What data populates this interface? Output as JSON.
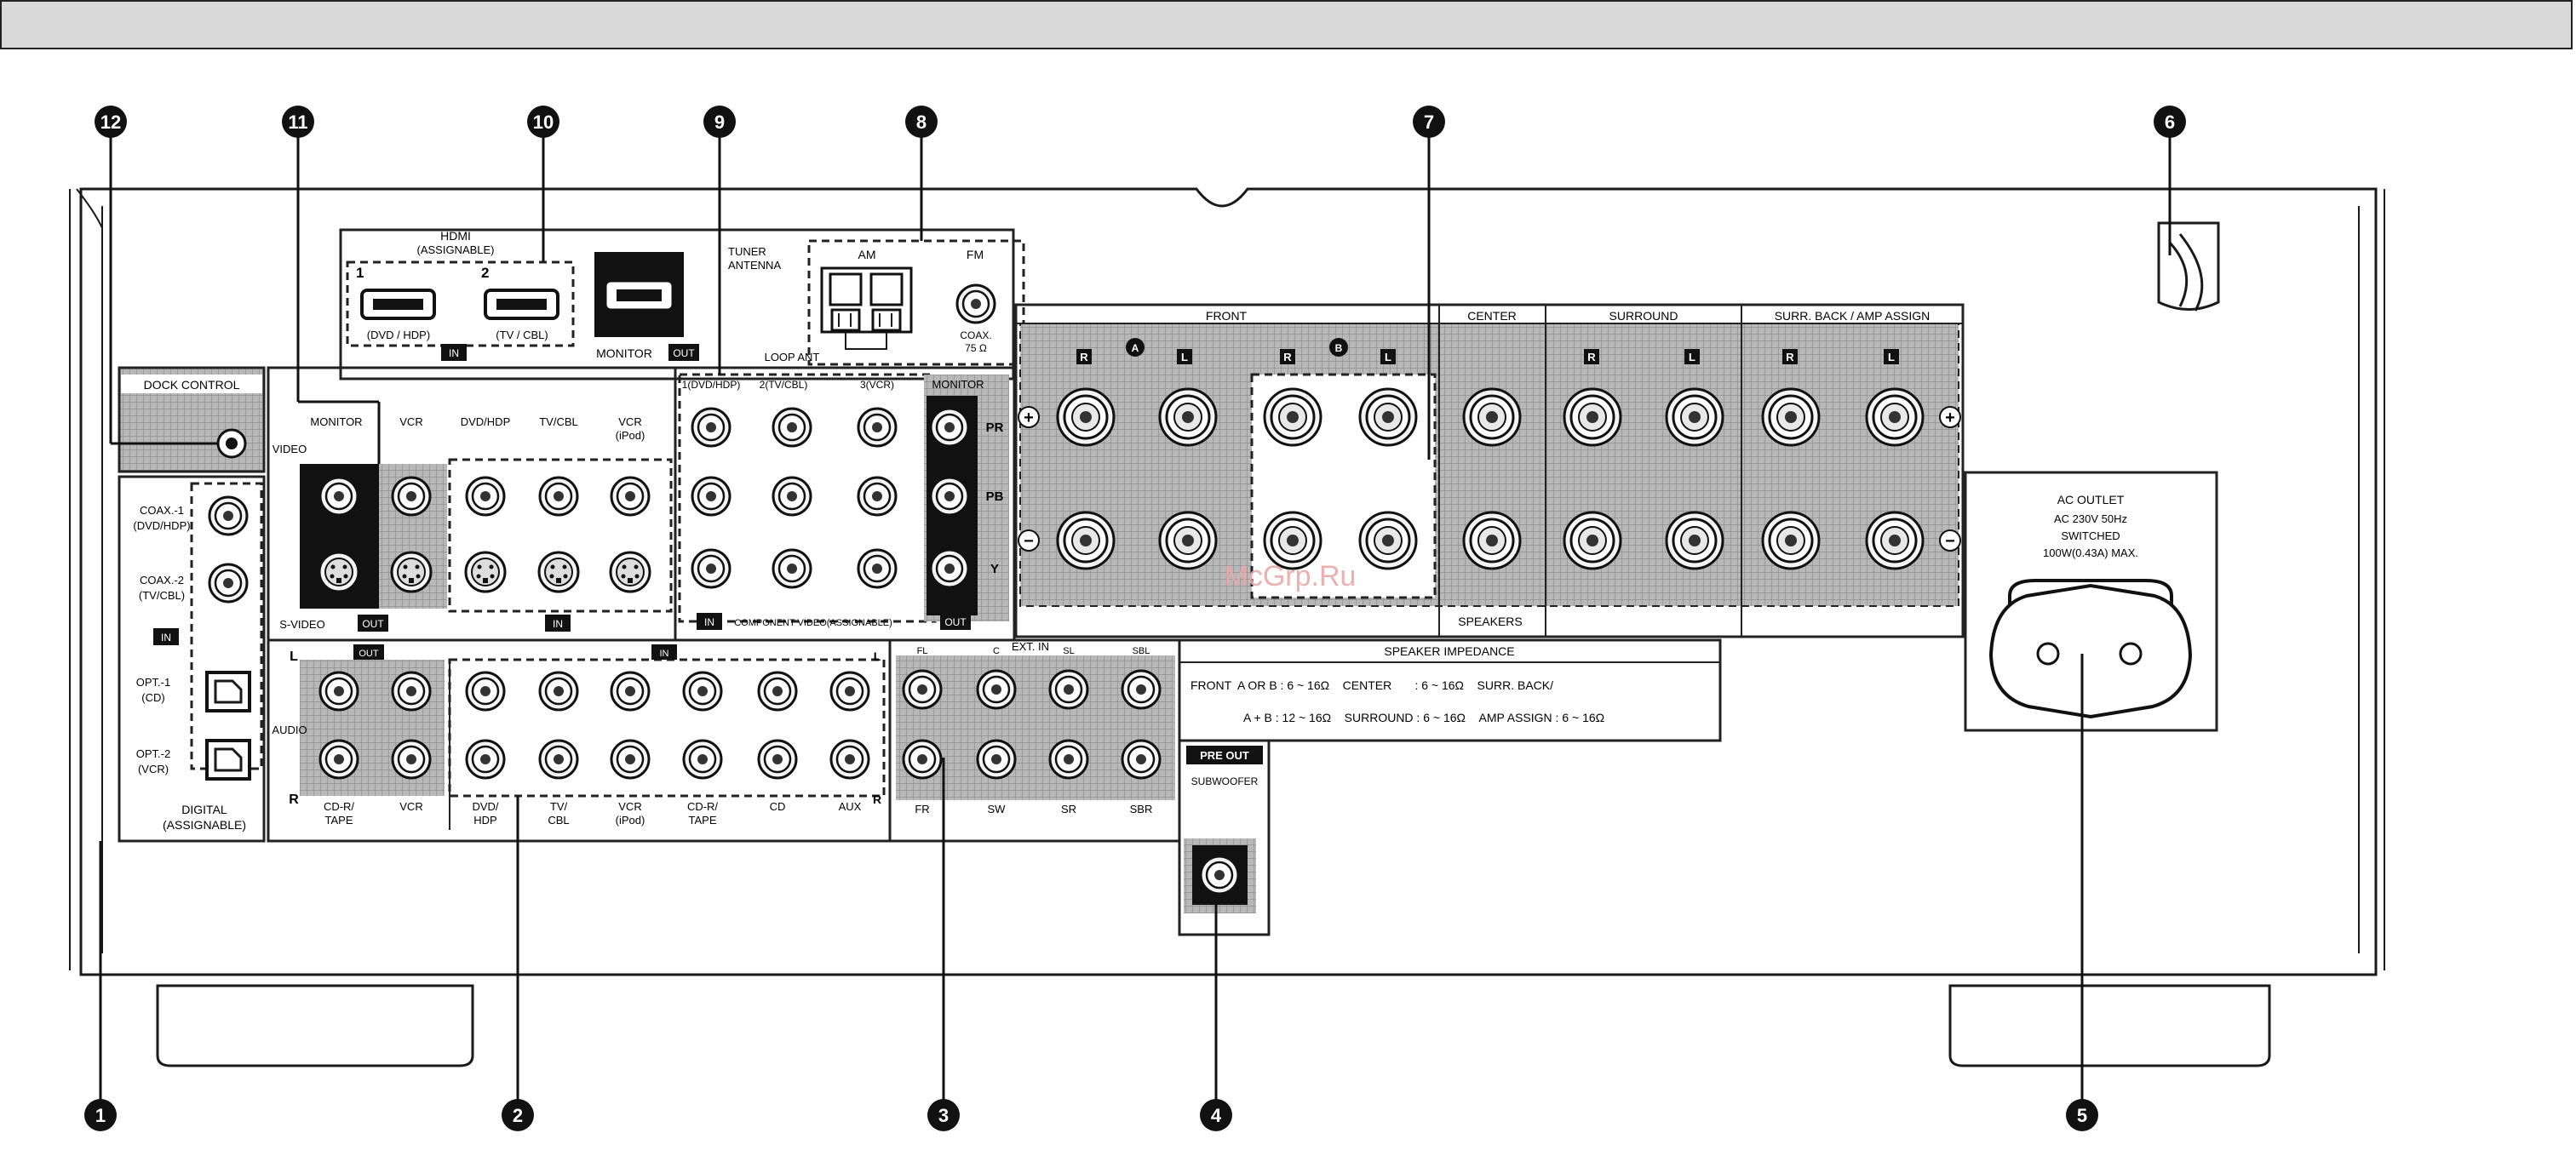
{
  "callouts": [
    "1",
    "2",
    "3",
    "4",
    "5",
    "6",
    "7",
    "8",
    "9",
    "10",
    "11",
    "12"
  ],
  "hdmi": {
    "header": "HDMI",
    "subheader": "(ASSIGNABLE)",
    "in1": "1",
    "in2": "2",
    "in1_label": "(DVD / HDP)",
    "in2_label": "(TV / CBL)",
    "monitor": "MONITOR",
    "in_badge": "IN",
    "out_badge": "OUT"
  },
  "tuner": {
    "label1": "TUNER",
    "label2": "ANTENNA",
    "am": "AM",
    "fm": "FM",
    "loop_ant": "LOOP ANT",
    "coax": "COAX.",
    "ohm": "75 Ω"
  },
  "dock": {
    "label": "DOCK CONTROL"
  },
  "video": {
    "video_label": "VIDEO",
    "svideo_label": "S-VIDEO",
    "monitor": "MONITOR",
    "vcr": "VCR",
    "dvd": "DVD/HDP",
    "tvcbl": "TV/CBL",
    "vcr_ipod1": "VCR",
    "vcr_ipod2": "(iPod)",
    "out_badge": "OUT",
    "in_badge": "IN"
  },
  "component": {
    "col1": "1(DVD/HDP)",
    "col2": "2(TV/CBL)",
    "col3": "3(VCR)",
    "col4": "MONITOR",
    "pr": "PR",
    "pb": "PB",
    "y": "Y",
    "caption": "COMPONENT VIDEO(ASSIGNABLE)",
    "in_badge": "IN",
    "out_badge": "OUT"
  },
  "digital": {
    "coax1a": "COAX.-1",
    "coax1b": "(DVD/HDP)",
    "coax2a": "COAX.-2",
    "coax2b": "(TV/CBL)",
    "opt1a": "OPT.-1",
    "opt1b": "(CD)",
    "opt2a": "OPT.-2",
    "opt2b": "(VCR)",
    "title1": "DIGITAL",
    "title2": "(ASSIGNABLE)",
    "in_badge": "IN"
  },
  "audio": {
    "label": "AUDIO",
    "l": "L",
    "r": "R",
    "out_badge": "OUT",
    "in_badge": "IN",
    "cdr1": "CD-R/",
    "cdr2": "TAPE",
    "vcr": "VCR",
    "dvd1": "DVD/",
    "dvd2": "HDP",
    "tv1": "TV/",
    "tv2": "CBL",
    "vcripod1": "VCR",
    "vcripod2": "(iPod)",
    "cdr_in1": "CD-R/",
    "cdr_in2": "TAPE",
    "cd": "CD",
    "aux": "AUX"
  },
  "extin": {
    "title": "EXT. IN",
    "fl": "FL",
    "c": "C",
    "sl": "SL",
    "sbl": "SBL",
    "fr": "FR",
    "sw": "SW",
    "sr": "SR",
    "sbr": "SBR"
  },
  "preout": {
    "badge": "PRE OUT",
    "label": "SUBWOOFER"
  },
  "speakers": {
    "front": "FRONT",
    "center": "CENTER",
    "surround": "SURROUND",
    "surrback": "SURR. BACK / AMP ASSIGN",
    "r": "R",
    "l": "L",
    "a": "A",
    "b": "B",
    "caption": "SPEAKERS",
    "plus": "+",
    "minus": "−"
  },
  "impedance": {
    "title": "SPEAKER IMPEDANCE",
    "row1": "FRONT  A OR B : 6 ~ 16Ω    CENTER       : 6 ~ 16Ω    SURR. BACK/",
    "row2": "A + B : 12 ~ 16Ω    SURROUND : 6 ~ 16Ω    AMP ASSIGN : 6 ~ 16Ω"
  },
  "ac": {
    "title": "AC OUTLET",
    "line2": "AC 230V  50Hz",
    "line3": "SWITCHED",
    "line4": "100W(0.43A) MAX."
  },
  "watermark": "McGrp.Ru"
}
